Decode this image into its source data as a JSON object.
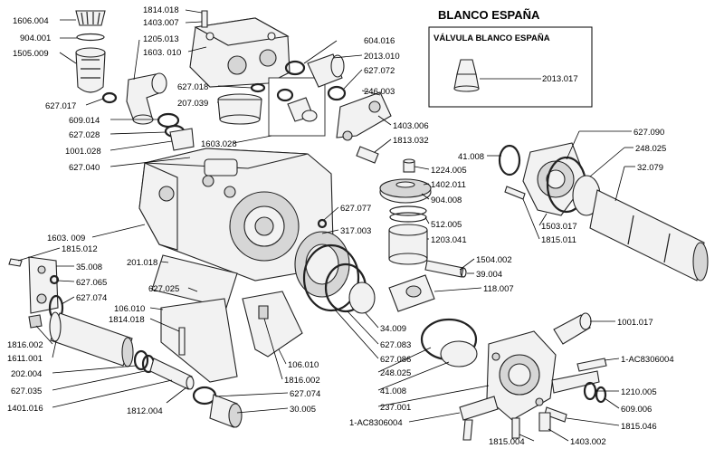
{
  "title": "BLANCO ESPAÑA",
  "inset": {
    "title": "VÁLVULA BLANCO ESPAÑA",
    "part": "2013.017"
  },
  "labels": {
    "l1606_004": "1606.004",
    "l904_001": "904.001",
    "l1505_009": "1505.009",
    "l627_017": "627.017",
    "l1814_018a": "1814.018",
    "l1403_007": "1403.007",
    "l1205_013": "1205.013",
    "l1603_010": "1603. 010",
    "l609_014": "609.014",
    "l627_028": "627.028",
    "l1001_028": "1001.028",
    "l627_040": "627.040",
    "l627_018": "627.018",
    "l207_039": "207.039",
    "l1603_028": "1603.028",
    "l604_016": "604.016",
    "l2013_010": "2013.010",
    "l627_072": "627.072",
    "l246_003": "246.003",
    "l1403_006": "1403.006",
    "l1813_032": "1813.032",
    "l627_090": "627.090",
    "l248_025a": "248.025",
    "l32_079": "32.079",
    "l41_008a": "41.008",
    "l1224_005": "1224.005",
    "l1402_011": "1402.011",
    "l904_008": "904.008",
    "l512_005": "512.005",
    "l1203_041": "1203.041",
    "l1503_017": "1503.017",
    "l1815_011": "1815.011",
    "l627_077": "627.077",
    "l317_003": "317.003",
    "l1603_009": "1603. 009",
    "l1815_012": "1815.012",
    "l35_008": "35.008",
    "l627_065": "627.065",
    "l627_074a": "627.074",
    "l201_018": "201.018",
    "l627_025": "627.025",
    "l106_010a": "106.010",
    "l1814_018b": "1814.018",
    "l1504_002": "1504.002",
    "l39_004": "39.004",
    "l118_007": "118.007",
    "l1001_017": "1001.017",
    "l1816_002a": "1816.002",
    "l1611_001": "1611.001",
    "l202_004": "202.004",
    "l627_035": "627.035",
    "l1401_016": "1401.016",
    "l1812_004": "1812.004",
    "l106_010b": "106.010",
    "l1816_002b": "1816.002",
    "l627_074b": "627.074",
    "l30_005": "30.005",
    "l34_009": "34.009",
    "l627_083": "627.083",
    "l627_086": "627.086",
    "l248_025b": "248.025",
    "l41_008b": "41.008",
    "l237_001": "237.001",
    "l1_AC8306004a": "1-AC8306004",
    "l1210_005": "1210.005",
    "l609_006": "609.006",
    "l1815_046": "1815.046",
    "l1_AC8306004b": "1-AC8306004",
    "l1815_004": "1815.004",
    "l1403_002": "1403.002"
  }
}
